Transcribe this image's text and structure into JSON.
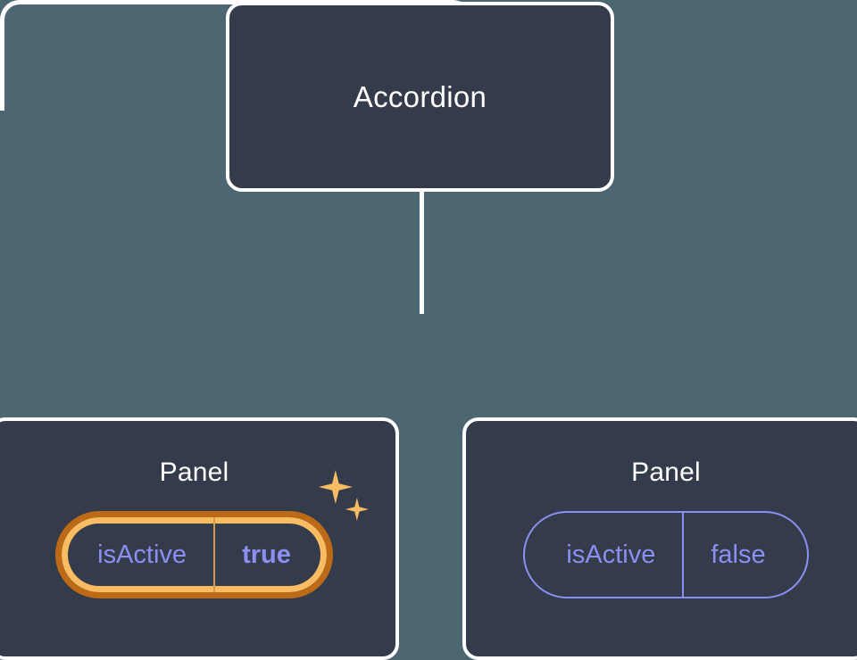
{
  "theme": {
    "background": "#4c6672",
    "node_fill": "#343b4b",
    "node_border": "#ffffff",
    "connector": "#ffffff",
    "prop_text": "#8b8ff2",
    "highlight_outer": "#bd6a17",
    "highlight_inner": "#f9bc63",
    "sparkle": "#f9bc63"
  },
  "tree": {
    "root": {
      "title": "Accordion"
    },
    "children": [
      {
        "title": "Panel",
        "highlighted": true,
        "prop": {
          "name": "isActive",
          "value": "true"
        },
        "sparkle_icons": [
          "sparkle-large-icon",
          "sparkle-small-icon"
        ]
      },
      {
        "title": "Panel",
        "highlighted": false,
        "prop": {
          "name": "isActive",
          "value": "false"
        }
      }
    ]
  }
}
